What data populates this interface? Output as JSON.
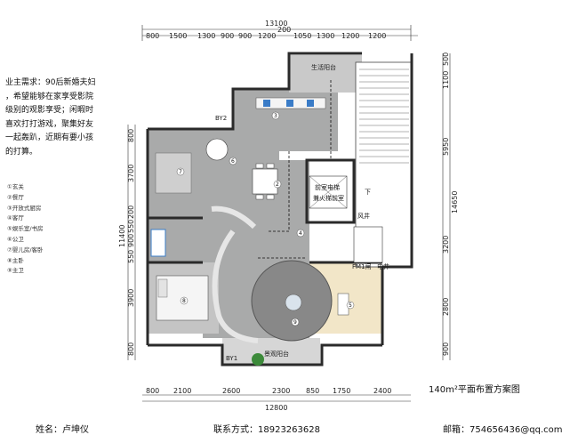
{
  "requirement": {
    "lines": [
      "业主需求：90后新婚夫妇",
      "，希望能够在家享受影院",
      "级别的观影享受；闲暇时",
      "喜欢打打游戏，聚集好友",
      "一起轰趴，近期有要小孩",
      "的打算。"
    ]
  },
  "legend": [
    "①玄关",
    "②餐厅",
    "③开放式厨房",
    "④客厅",
    "⑤娱乐室/书房",
    "⑥公卫",
    "⑦婴儿房/客卧",
    "⑧主卧",
    "⑨主卫"
  ],
  "dimensions": {
    "top_total": "13100",
    "top_mid": "200",
    "top_segments": [
      "800",
      "1500",
      "1300",
      "900",
      "900",
      "1200",
      "1050",
      "1300",
      "1200",
      "1200"
    ],
    "bottom_segments": [
      "800",
      "2100",
      "2600",
      "2300",
      "850",
      "1750",
      "2400"
    ],
    "bottom_total": "12800",
    "left_segments": [
      "800",
      "3700",
      "200",
      "550",
      "900",
      "550",
      "3900",
      "800"
    ],
    "left_total": "11400",
    "right_segments": [
      "500",
      "1100",
      "5950",
      "3200",
      "2800",
      "900"
    ],
    "right_total": "14650"
  },
  "room_labels": {
    "service_balcony": "生活阳台",
    "view_balcony": "景观阳台",
    "elevator_1": "前室电梯",
    "elevator_2": "兼火梯前室",
    "fm": "FM1闸",
    "elec": "电井",
    "by1": "BY1",
    "by2": "BY2",
    "down": "下",
    "wind": "风井"
  },
  "plan_title": "140m²平面布置方案图",
  "footer": {
    "name": "姓名：卢坤仪",
    "contact": "联系方式：18923263628",
    "email": "邮箱：754656436@qq.com"
  },
  "colors": {
    "floor_gray": "#a9aaaa",
    "wall": "#2a2a2a",
    "entertainment_floor": "#f2e6c8",
    "kitchen_blue": "#3a7cc7",
    "plant_green": "#3c8a3a"
  }
}
